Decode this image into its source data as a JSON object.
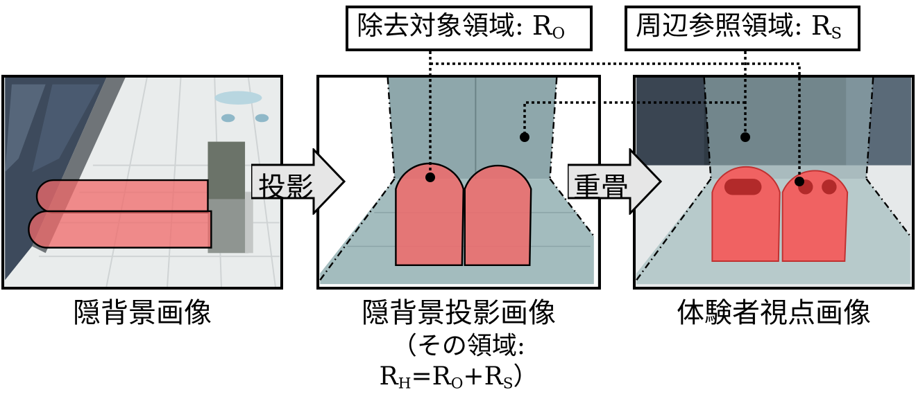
{
  "labels": {
    "removal_target": {
      "text": "除去対象領域: R",
      "sub": "O"
    },
    "surround_ref": {
      "text": "周辺参照領域: R",
      "sub": "S"
    }
  },
  "arrows": {
    "projection": "投影",
    "overlay": "重畳"
  },
  "captions": {
    "left": "隠背景画像",
    "middle": "隠背景投影画像",
    "middle_sub_prefix": "（その領域: R",
    "middle_sub_h": "H",
    "middle_sub_eq": "=R",
    "middle_sub_o": "O",
    "middle_sub_plus": "+R",
    "middle_sub_s": "S",
    "middle_sub_close": "）",
    "right": "体験者視点画像"
  },
  "colors": {
    "highlight_red": "#f06a6a",
    "region_teal": "#9fb9bb",
    "panel_border": "#000000"
  }
}
